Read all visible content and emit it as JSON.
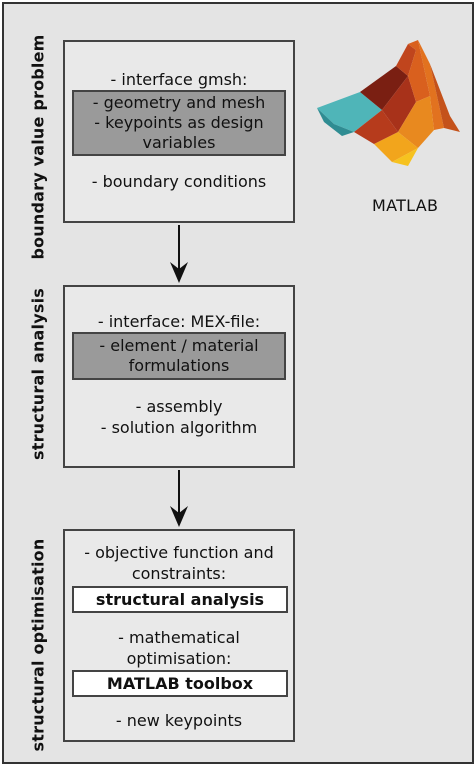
{
  "side_labels": {
    "stage1": "boundary value problem",
    "stage2": "structural analysis",
    "stage3": "structural optimisation"
  },
  "stage1": {
    "heading": "- interface gmsh:",
    "grey_box": [
      "- geometry and mesh",
      "- keypoints as design",
      "variables"
    ],
    "bullet": "- boundary conditions"
  },
  "stage2": {
    "heading": "- interface: MEX-file:",
    "grey_box": [
      "- element / material",
      "formulations"
    ],
    "bullets": [
      "- assembly",
      "- solution algorithm"
    ]
  },
  "stage3": {
    "objective": [
      "- objective function and",
      "constraints:"
    ],
    "box1": "structural analysis",
    "math": [
      "- mathematical",
      "optimisation:"
    ],
    "box2": "MATLAB toolbox",
    "bullet": "- new keypoints"
  },
  "logo": {
    "caption": "MATLAB"
  }
}
